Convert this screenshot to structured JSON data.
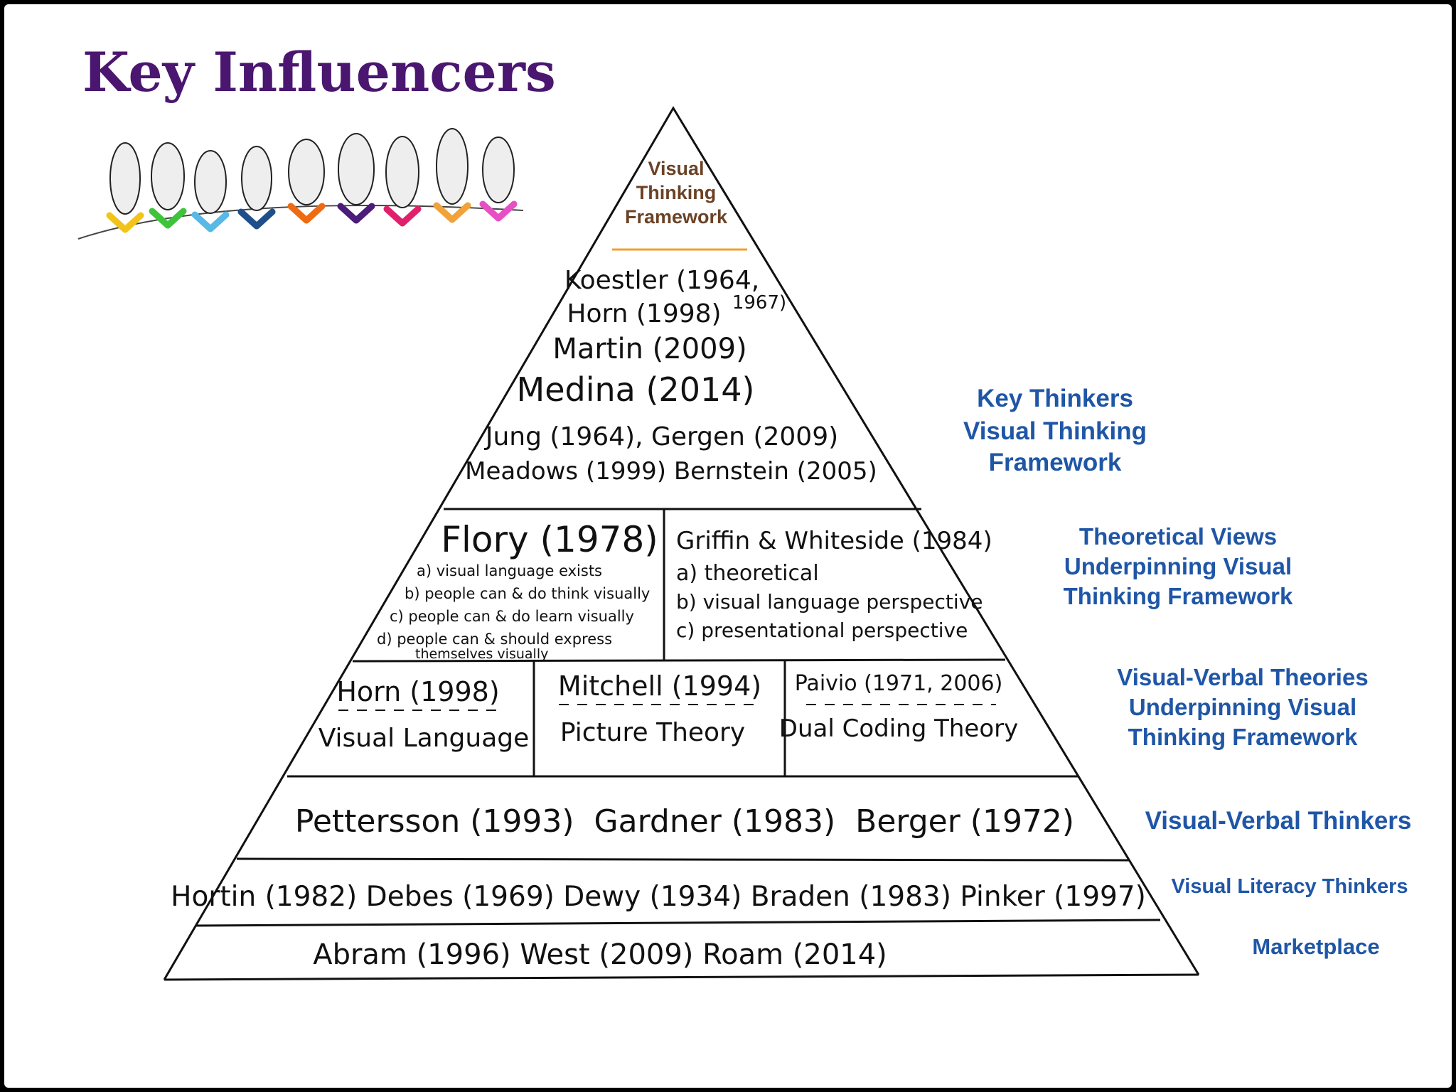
{
  "title": "Key Influencers",
  "colors": {
    "title": "#4a1670",
    "apex": "#6b4226",
    "side_labels": "#1f56a6",
    "apex_underline": "#f0a030",
    "scarves": [
      "#f2c418",
      "#3ec43a",
      "#58b8e6",
      "#1f4f8a",
      "#ef6a12",
      "#4b1c7a",
      "#e0206a",
      "#f2a23a",
      "#e84fc4"
    ]
  },
  "apex_label": {
    "line1": "Visual",
    "line2": "Thinking",
    "line3": "Framework"
  },
  "tiers": {
    "key_thinkers": {
      "line1": "Koestler (1964,",
      "line1b": "1967)",
      "line2": "Horn (1998)",
      "line3": "Martin (2009)",
      "line4": "Medina (2014)",
      "line5": "Jung (1964), Gergen (2009)",
      "line6": "Meadows (1999) Bernstein (2005)"
    },
    "theoretical_views": {
      "flory": {
        "heading": "Flory (1978)",
        "a": "a) visual language exists",
        "b": "b) people can & do think visually",
        "c": "c) people can & do learn visually",
        "d1": "d) people can & should express",
        "d2": "themselves visually"
      },
      "griffin": {
        "heading": "Griffin & Whiteside (1984)",
        "a": "a) theoretical",
        "b": "b) visual language perspective",
        "c": "c) presentational perspective"
      }
    },
    "visual_verbal_theories": [
      {
        "author": "Horn (1998)",
        "theory": "Visual Language"
      },
      {
        "author": "Mitchell (1994)",
        "theory": "Picture Theory"
      },
      {
        "author": "Paivio (1971, 2006)",
        "theory": "Dual Coding Theory"
      }
    ],
    "visual_verbal_thinkers": "Pettersson (1993)  Gardner (1983)  Berger (1972)",
    "visual_literacy_thinkers": "Hortin (1982) Debes (1969) Dewy (1934) Braden (1983) Pinker (1997)",
    "marketplace": "Abram (1996) West (2009) Roam (2014)"
  },
  "side_labels": {
    "key_thinkers": {
      "line1": "Key Thinkers",
      "line2": "Visual Thinking",
      "line3": "Framework"
    },
    "theoretical_views": {
      "line1": "Theoretical Views",
      "line2": "Underpinning Visual",
      "line3": "Thinking Framework"
    },
    "visual_verbal_theories": {
      "line1": "Visual-Verbal Theories",
      "line2": "Underpinning Visual",
      "line3": "Thinking Framework"
    },
    "visual_verbal_thinkers": "Visual-Verbal Thinkers",
    "visual_literacy_thinkers": "Visual Literacy Thinkers",
    "marketplace": "Marketplace"
  }
}
